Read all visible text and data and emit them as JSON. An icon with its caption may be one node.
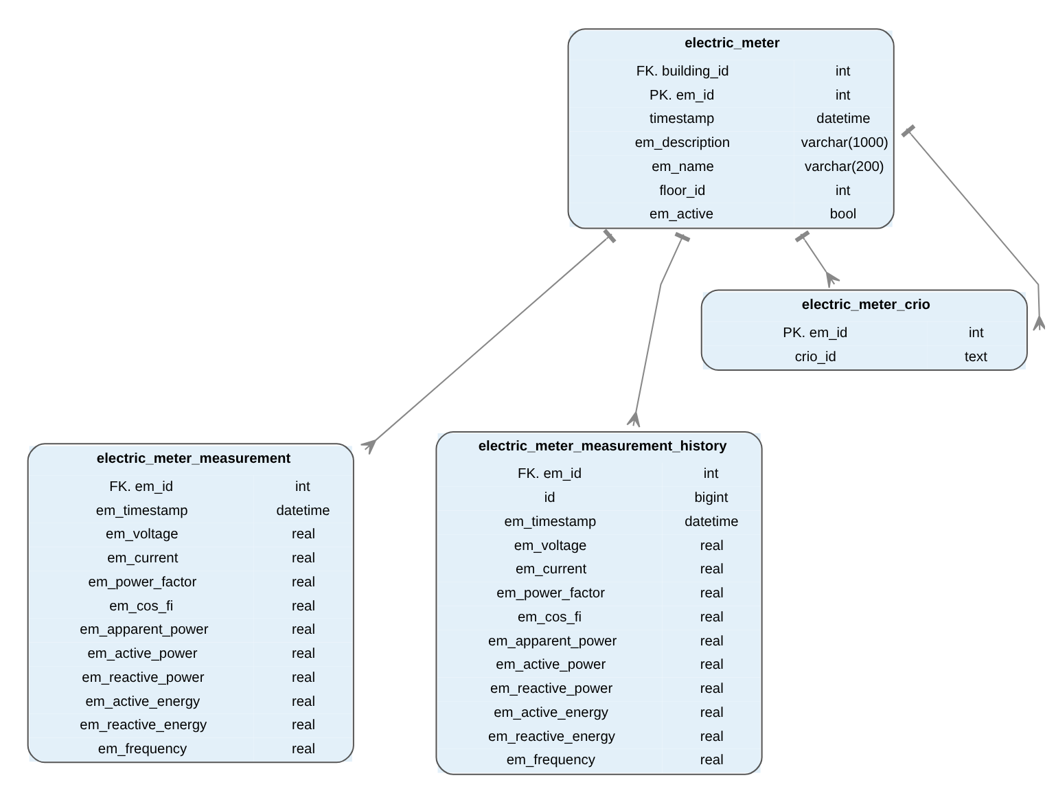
{
  "diagram": {
    "nodes": [
      {
        "text": [
          "electric_meter",
          "FK. building_id",
          "int",
          "PK. em_id",
          "int",
          "timestamp",
          "datetime",
          "em_description",
          "varchar(1000)",
          "em_name",
          "varchar(200)",
          "floor_id",
          "int",
          "em_active",
          "bool"
        ]
      },
      {
        "text": [
          "electric_meter_crio",
          "PK. em_id",
          "int",
          "crio_id",
          "text"
        ]
      },
      {
        "text": [
          "electric_meter_measurement",
          "FK. em_id",
          "int",
          "em_timestamp",
          "datetime",
          "em_voltage",
          "real",
          "em_current",
          "real",
          "em_power_factor",
          "real",
          "em_cos_fi",
          "real",
          "em_apparent_power",
          "real",
          "em_active_power",
          "real",
          "em_reactive_power",
          "real",
          "em_active_energy",
          "real",
          "em_reactive_energy",
          "real",
          "em_frequency",
          "real"
        ]
      },
      {
        "text": [
          "electric_meter_measurement_history",
          "FK. em_id",
          "int",
          "id",
          "bigint",
          "em_timestamp",
          "datetime",
          "em_voltage",
          "real",
          "em_current",
          "real",
          "em_power_factor",
          "real",
          "em_cos_fi",
          "real",
          "em_apparent_power",
          "real",
          "em_active_power",
          "real",
          "em_reactive_power",
          "real",
          "em_active_energy",
          "real",
          "em_reactive_energy",
          "real",
          "em_frequency",
          "real"
        ]
      }
    ],
    "edges": [
      {
        "from": 0,
        "to": 1,
        "arrow": "other"
      },
      {
        "from": 0,
        "to": 2,
        "arrow": "other"
      },
      {
        "from": 0,
        "to": 1,
        "arrow": "other"
      },
      {
        "from": 0,
        "to": 3,
        "arrow": "other"
      }
    ]
  }
}
